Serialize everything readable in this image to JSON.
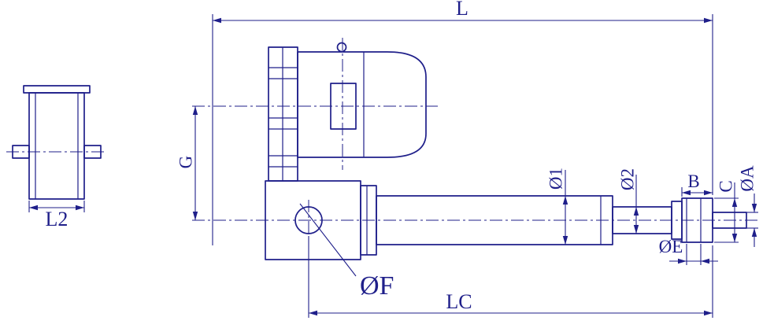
{
  "colors": {
    "line": "#1f1f8a",
    "background": "#ffffff"
  },
  "labels": {
    "overall_length": "L",
    "bracket_width": "L2",
    "axis_distance": "G",
    "outer_tube_dia": "Ø1",
    "rod_dia": "Ø2",
    "clevis_width": "B",
    "clevis_height": "C",
    "stud_dia": "ØA",
    "pin_hole_dia": "ØE",
    "rear_hole_dia": "ØF",
    "center_length": "LC"
  }
}
